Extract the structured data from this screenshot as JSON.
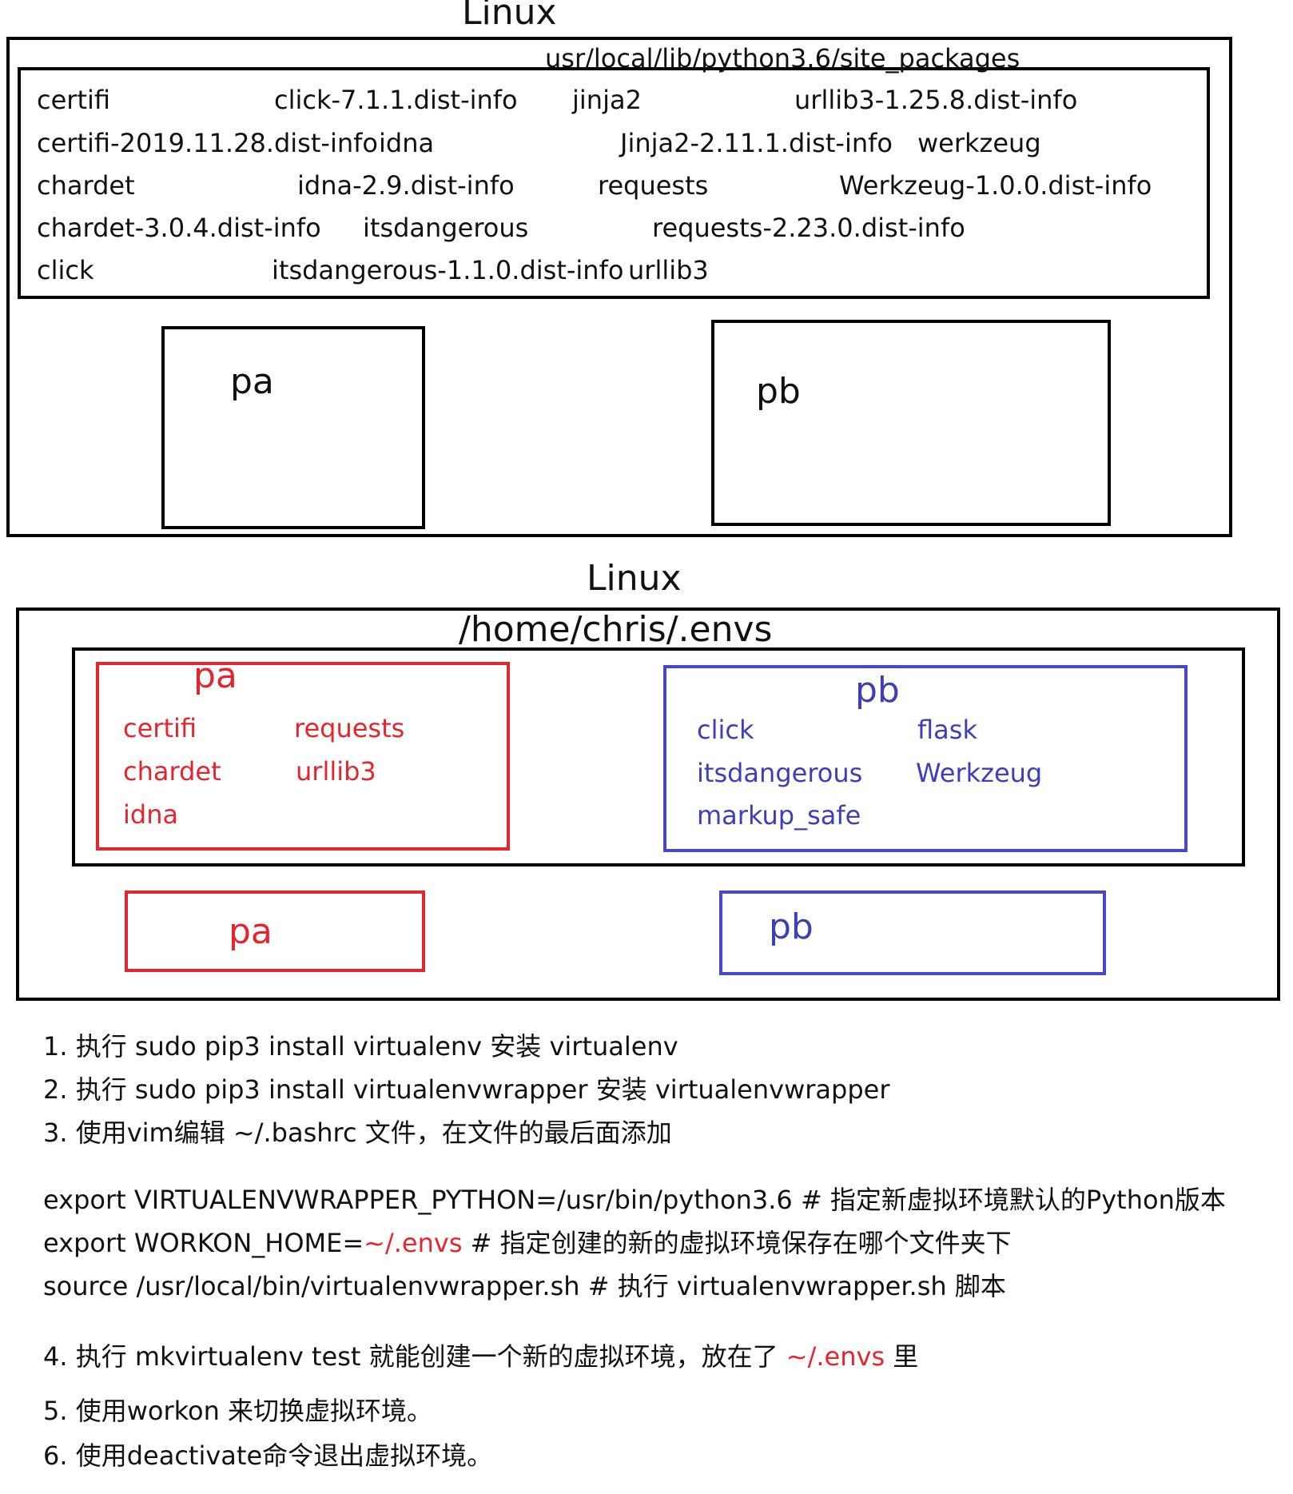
{
  "top_diagram": {
    "title": "Linux",
    "site_packages_path": "usr/local/lib/python3.6/site_packages",
    "packages": [
      "certifi",
      "click-7.1.1.dist-info",
      "jinja2",
      "urllib3-1.25.8.dist-info",
      "certifi-2019.11.28.dist-info",
      "idna",
      "Jinja2-2.11.1.dist-info",
      "werkzeug",
      "chardet",
      "idna-2.9.dist-info",
      "requests",
      "Werkzeug-1.0.0.dist-info",
      "chardet-3.0.4.dist-info",
      "itsdangerous",
      "requests-2.23.0.dist-info",
      "click",
      "itsdangerous-1.1.0.dist-info",
      "urllib3"
    ],
    "project_a": "pa",
    "project_b": "pb"
  },
  "bottom_diagram": {
    "title": "Linux",
    "envs_path": "/home/chris/.envs",
    "env_pa": {
      "label": "pa",
      "packages": [
        "certifi",
        "requests",
        "chardet",
        "urllib3",
        "idna"
      ]
    },
    "env_pb": {
      "label": "pb",
      "packages": [
        "click",
        "flask",
        "itsdangerous",
        "Werkzeug",
        "markup_safe"
      ]
    },
    "project_a": "pa",
    "project_b": "pb"
  },
  "steps": {
    "s1": "1.  执行 sudo pip3 install virtualenv 安装  virtualenv",
    "s2": "2. 执行 sudo pip3 install virtualenvwrapper 安装 virtualenvwrapper",
    "s3": "3. 使用vim编辑 ~/.bashrc 文件，在文件的最后面添加",
    "code1": "export VIRTUALENVWRAPPER_PYTHON=/usr/bin/python3.6   # 指定新虚拟环境默认的Python版本",
    "code2_pre": "export WORKON_HOME=",
    "code2_red": "~/.envs",
    "code2_post": "   # 指定创建的新的虚拟环境保存在哪个文件夹下",
    "code3": "source /usr/local/bin/virtualenvwrapper.sh  # 执行 virtualenvwrapper.sh 脚本",
    "s4_pre": "4. 执行 mkvirtualenv test   就能创建一个新的虚拟环境，放在了 ",
    "s4_red": "~/.envs",
    "s4_post": " 里",
    "s5": "5. 使用workon 来切换虚拟环境。",
    "s6": "6. 使用deactivate命令退出虚拟环境。"
  },
  "colors": {
    "red": "#e3262e",
    "blue": "#3c3fb8",
    "black": "#000000"
  }
}
